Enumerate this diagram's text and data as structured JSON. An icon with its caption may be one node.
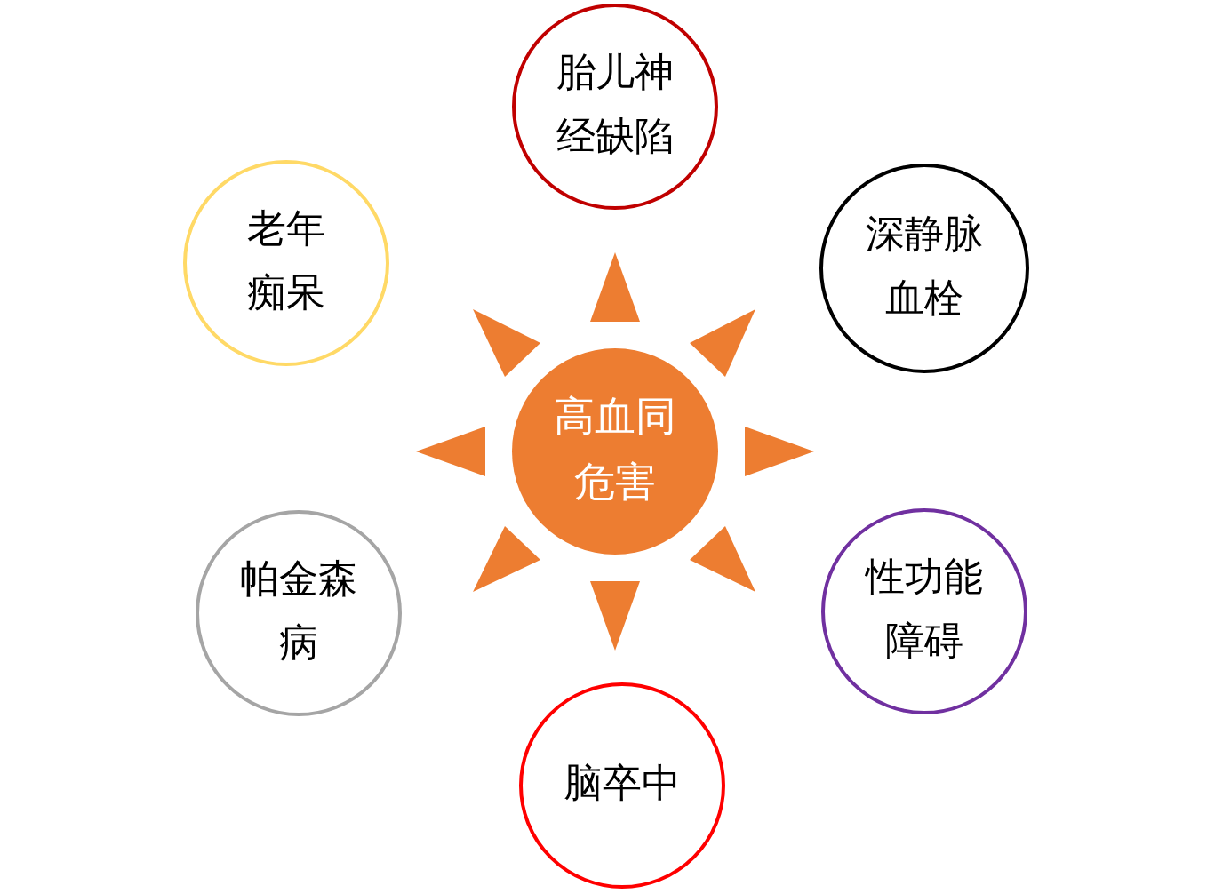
{
  "diagram": {
    "nodes": [
      {
        "text": [
          "高血同危害"
        ]
      },
      {
        "text": [
          "胎儿神经缺陷"
        ]
      },
      {
        "text": [
          "深静脉血栓"
        ]
      },
      {
        "text": [
          "性功能障碍"
        ]
      },
      {
        "text": [
          "脑卒中"
        ]
      },
      {
        "text": [
          "帕金森病"
        ]
      },
      {
        "text": [
          "老年痴呆"
        ]
      }
    ]
  }
}
